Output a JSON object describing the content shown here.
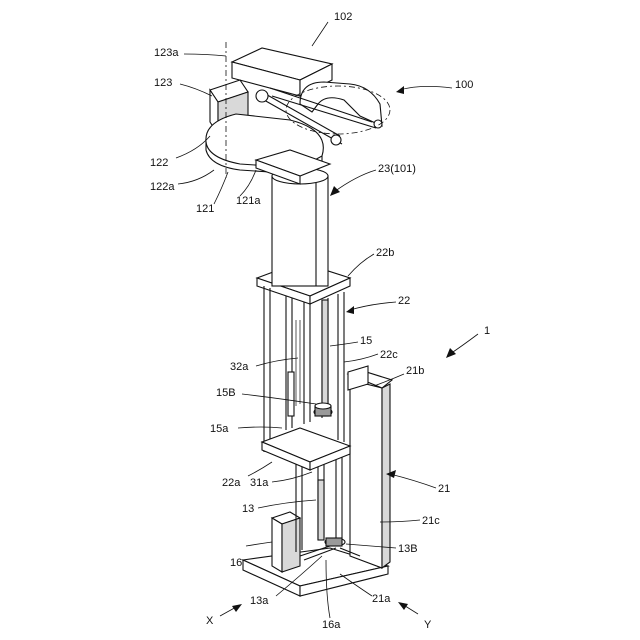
{
  "labels": {
    "l102": "102",
    "l100": "100",
    "l123a": "123a",
    "l123": "123",
    "l122": "122",
    "l122a": "122a",
    "l121": "121",
    "l121a": "121a",
    "l23_101": "23(101)",
    "l22b": "22b",
    "l22": "22",
    "l1": "1",
    "l15": "15",
    "l32a": "32a",
    "l22c": "22c",
    "l21b": "21b",
    "l15B": "15B",
    "l15a": "15a",
    "l22a": "22a",
    "l31a": "31a",
    "l21": "21",
    "l13": "13",
    "l21c": "21c",
    "l16": "16",
    "l13B": "13B",
    "l13a": "13a",
    "l21a": "21a",
    "l16a": "16a",
    "lX": "X",
    "lY": "Y"
  }
}
